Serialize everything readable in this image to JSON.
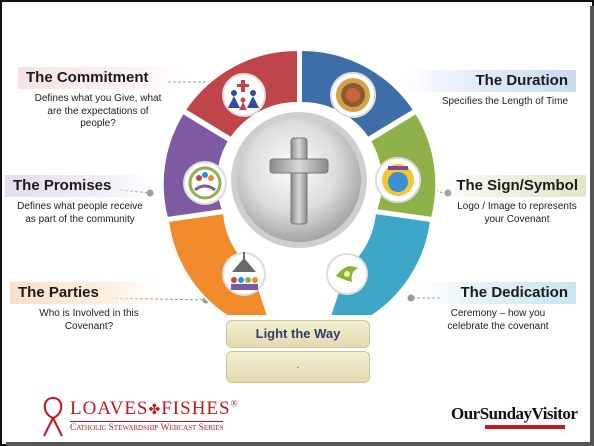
{
  "diagram": {
    "center_symbol": "cross-icon",
    "segments": [
      {
        "key": "commitment",
        "color": "#c0454a",
        "icon": "family-icon"
      },
      {
        "key": "duration",
        "color": "#3d6ea8",
        "icon": "seal-icon"
      },
      {
        "key": "sign",
        "color": "#8fb14a",
        "icon": "logo-icon"
      },
      {
        "key": "dedication",
        "color": "#3ea6c6",
        "icon": "dove-icon"
      },
      {
        "key": "parties",
        "color": "#f08a2b",
        "icon": "church-people-icon"
      },
      {
        "key": "promises",
        "color": "#7e5aa2",
        "icon": "circle-people-icon"
      }
    ],
    "labels": {
      "commitment": {
        "title": "The Commitment",
        "desc": [
          "Defines what you Give, what",
          "are the expectations of",
          "people?"
        ]
      },
      "duration": {
        "title": "The Duration",
        "desc": [
          "Specifies the Length of Time"
        ]
      },
      "promises": {
        "title": "The Promises",
        "desc": [
          "Defines what people receive",
          "as part of the community"
        ]
      },
      "sign": {
        "title": "The Sign/Symbol",
        "desc": [
          "Logo / Image to represents",
          "your Covenant"
        ]
      },
      "parties": {
        "title": "The Parties",
        "desc": [
          "Who is Involved in this",
          "Covenant?"
        ]
      },
      "dedication": {
        "title": "The Dedication",
        "desc": [
          "Ceremony – how you",
          "celebrate the covenant"
        ]
      }
    },
    "base_title": "Light the Way",
    "base_sub": "."
  },
  "footer": {
    "left_brand": "LOAVES",
    "left_brand_amp": "✤",
    "left_brand_2": "FISHES",
    "left_reg": "®",
    "left_tagline": "Catholic Stewardship Webcast Series",
    "right_brand": "OurSundayVisitor",
    "accent": "#c4161c"
  }
}
